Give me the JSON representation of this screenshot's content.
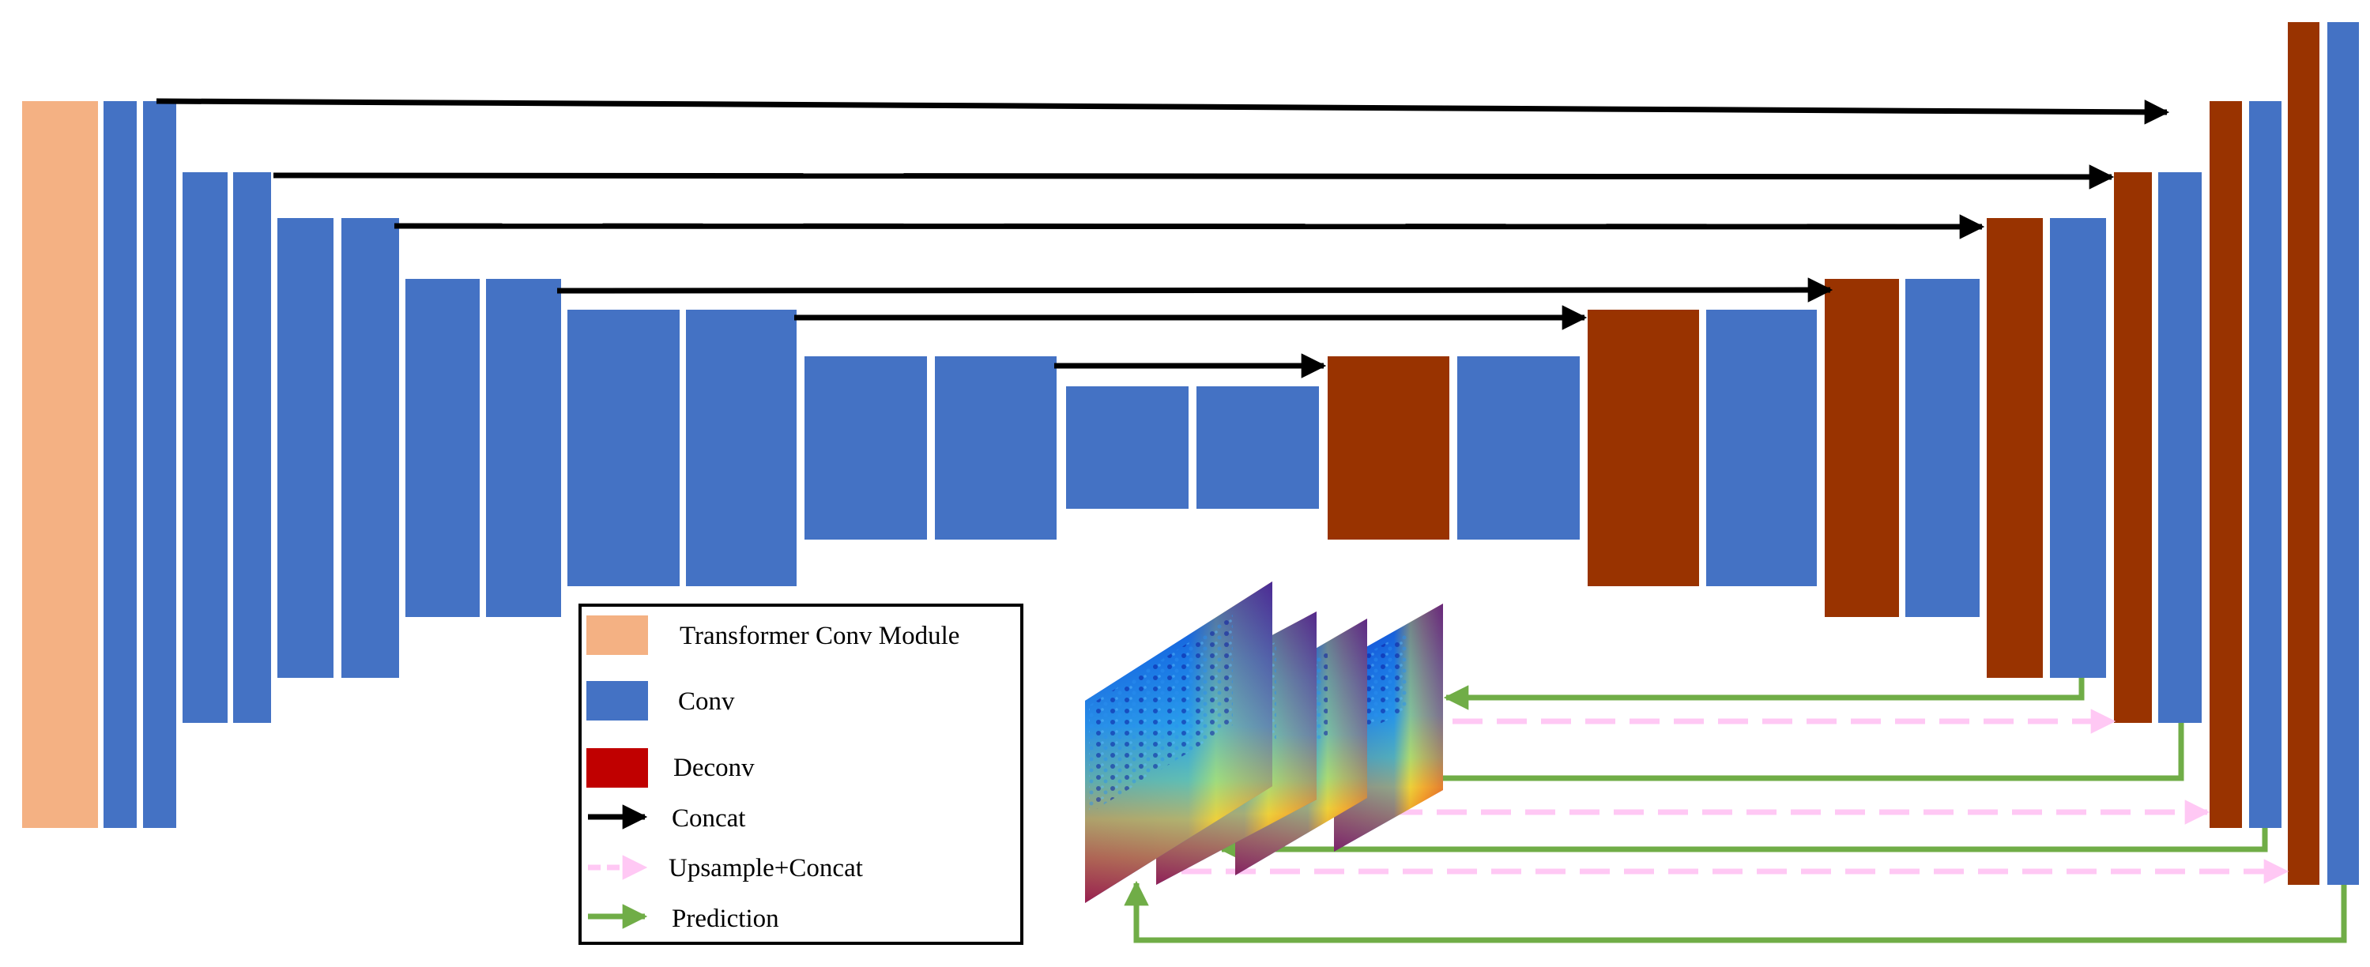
{
  "colors": {
    "transformer": "#F4B183",
    "conv": "#4472C4",
    "deconv_legend": "#C00000",
    "deconv": "#993300",
    "concat": "#000000",
    "upsample": "#FFC8F4",
    "prediction": "#70AD47"
  },
  "legend": {
    "items": [
      {
        "label": "Transformer Conv Module",
        "icon": "swatch-transformer"
      },
      {
        "label": "Conv",
        "icon": "swatch-conv"
      },
      {
        "label": "Deconv",
        "icon": "swatch-deconv"
      },
      {
        "label": "Concat",
        "icon": "black-arrow"
      },
      {
        "label": "Upsample+Concat",
        "icon": "dashed-pink-arrow"
      },
      {
        "label": "Prediction",
        "icon": "green-arrow"
      }
    ]
  },
  "prediction_maps": {
    "count": 4,
    "style": "depth-heatmap"
  }
}
